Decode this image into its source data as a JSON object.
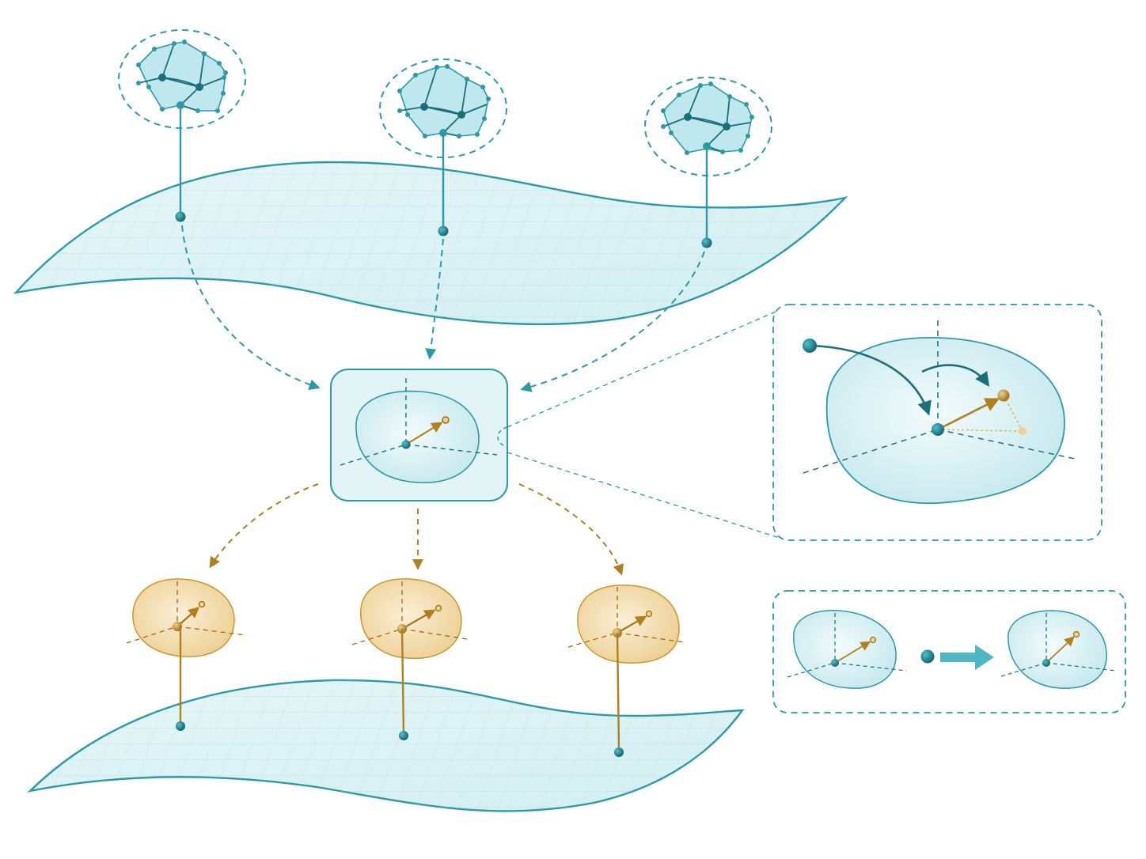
{
  "colors": {
    "teal": "#2b9aa6",
    "teal_dark": "#1b6f7a",
    "teal_fill": "#cdeef3",
    "teal_light": "#e8f7f9",
    "gold": "#b07f1e",
    "gold_fill": "#f1d9a8",
    "gold_dot": "#e7c27a"
  },
  "diagram": {
    "top_surface": {
      "sites": [
        {
          "id": "site-1",
          "tangent_cell": true
        },
        {
          "id": "site-2",
          "tangent_cell": true
        },
        {
          "id": "site-3",
          "tangent_cell": true
        }
      ]
    },
    "central_space": {
      "glyph": "origin-with-vector"
    },
    "zoom_inset": {
      "glyph": "origin-with-vector-and-projection"
    },
    "transfer_inset": {
      "glyph": "space-to-space-map",
      "arrow": "right-arrow"
    },
    "bottom_surface": {
      "sites": [
        {
          "id": "fiber-1"
        },
        {
          "id": "fiber-2"
        },
        {
          "id": "fiber-3"
        }
      ]
    }
  }
}
